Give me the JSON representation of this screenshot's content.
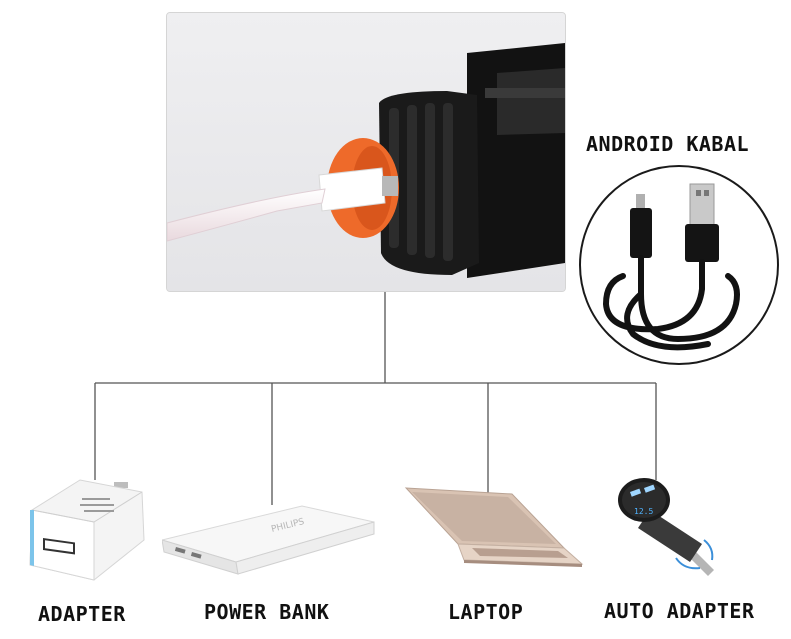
{
  "cable_label": "ANDROID KABAL",
  "devices": [
    {
      "label": "ADAPTER"
    },
    {
      "label": "POWER BANK"
    },
    {
      "label": "LAPTOP"
    },
    {
      "label": "AUTO ADAPTER"
    }
  ],
  "powerbank_brand": "PHILIPS",
  "colors": {
    "connector_line": "#555555",
    "accent_orange": "#ee6a2a",
    "device_body": "#1c1c1c"
  }
}
